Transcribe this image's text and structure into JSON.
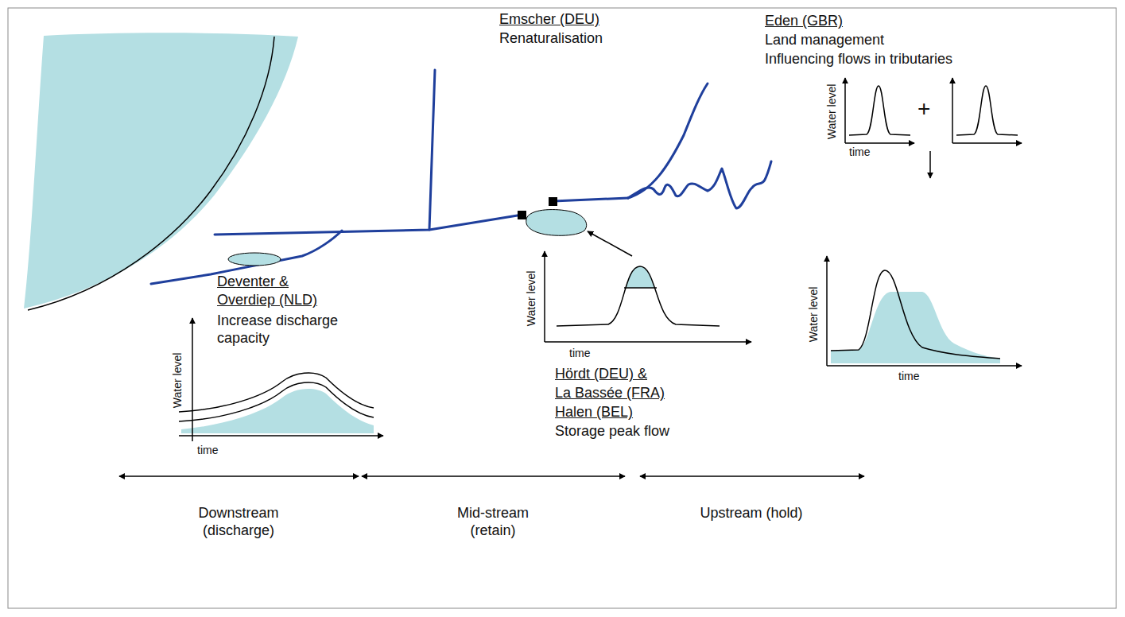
{
  "diagram": {
    "labels": [
      "Emscher (DEU)",
      "Renaturalisation",
      "Eden (GBR)",
      "Land management",
      "Influencing flows in tributaries",
      "Water level",
      "time",
      "+",
      "Water level",
      "time",
      "Deventer &",
      "Overdiep (NLD)",
      "Increase discharge capacity",
      "Water level",
      "time",
      "Water level",
      "time",
      "Hördt (DEU) &",
      "La Bassée (FRA)",
      "Halen (BEL)",
      "Storage peak flow",
      "Downstream (discharge)",
      "Mid-stream (retain)",
      "Upstream (hold)"
    ]
  }
}
